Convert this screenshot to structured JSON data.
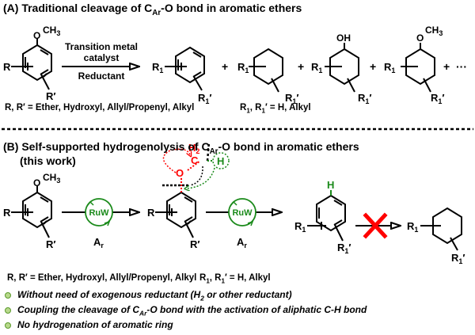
{
  "sectionA": {
    "title_pre": "(A) Traditional cleavage of C",
    "title_sub": "Ar",
    "title_post": "-O bond in aromatic ethers",
    "condition_top_1": "Transition metal",
    "condition_top_2": "catalyst",
    "condition_bottom": "Reductant",
    "substituent_note_left": "R, R′ = Ether, Hydroxyl, Allyl/Propenyl, Alkyl",
    "substituent_note_right_pre": "R",
    "substituent_note_right_post": ", R",
    "substituent_note_right_end": "′ = H, Alkyl",
    "plus": "+",
    "ellipsis": "···",
    "oh_label": "OH",
    "ome_o": "O",
    "ome_ch3": "CH",
    "ome_3": "3"
  },
  "sectionB": {
    "title_pre": "(B) Self-supported hydrogenolysis of C",
    "title_sub": "Ar",
    "title_post": "-O bond in aromatic ethers",
    "title_line2": "(this work)",
    "catalyst_label": "RuW",
    "atmosphere_label": "A",
    "atmosphere_sub": "r",
    "h2_label": "H",
    "h2_sub": "2",
    "c_label": "C",
    "o_label": "O",
    "h_label": "H",
    "substituent_note_left": "R, R′ = Ether, Hydroxyl, Allyl/Propenyl, Alkyl",
    "substituent_note_right_pre": "R",
    "substituent_note_right_post": ", R",
    "substituent_note_right_end": "′ = H, Alkyl",
    "bullets": [
      "Without need of exogenous reductant (H₂ or other reductant)",
      "Coupling the cleavage of Cₐᵣ-O bond with the activation of aliphatic C-H bond",
      "No hydrogenation of aromatic ring"
    ],
    "bullet2_pre": "Coupling the cleavage of C",
    "bullet2_sub": "Ar",
    "bullet2_post": "-O bond with the activation of aliphatic C-H bond",
    "bullet1_pre": "Without need of exogenous reductant (H",
    "bullet1_sub": "2",
    "bullet1_post": " or other reductant)"
  },
  "labels": {
    "R": "R",
    "R_prime": "R′",
    "R1": "R",
    "R1_sub": "1",
    "R1_prime": "′"
  },
  "colors": {
    "catalyst_green": "#1a8a1a",
    "highlight_red": "#ff0000",
    "text_black": "#000000",
    "bullet_green": "#5a9a2a"
  }
}
